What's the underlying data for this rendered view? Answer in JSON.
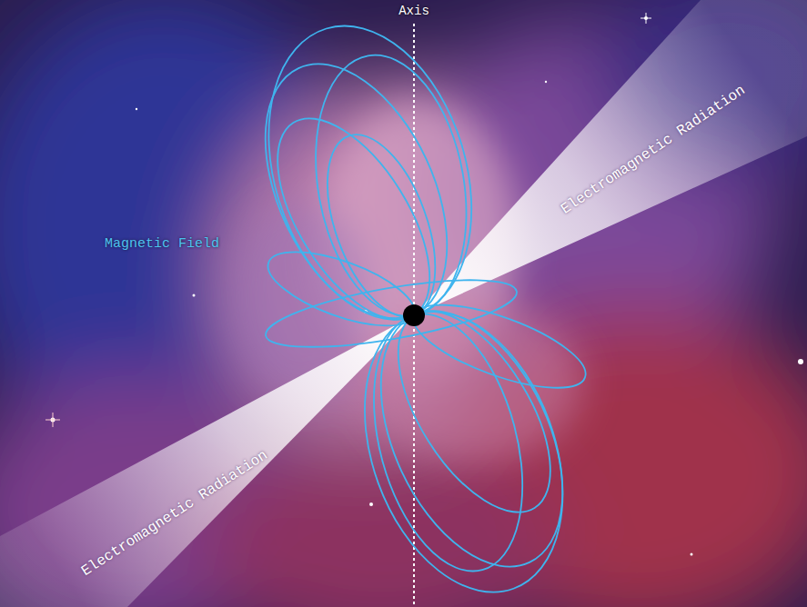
{
  "diagram": {
    "labels": [
      "Axis",
      "Magnetic Field",
      "Electromagnetic Radiation",
      "Electromagnetic Radiation"
    ]
  }
}
